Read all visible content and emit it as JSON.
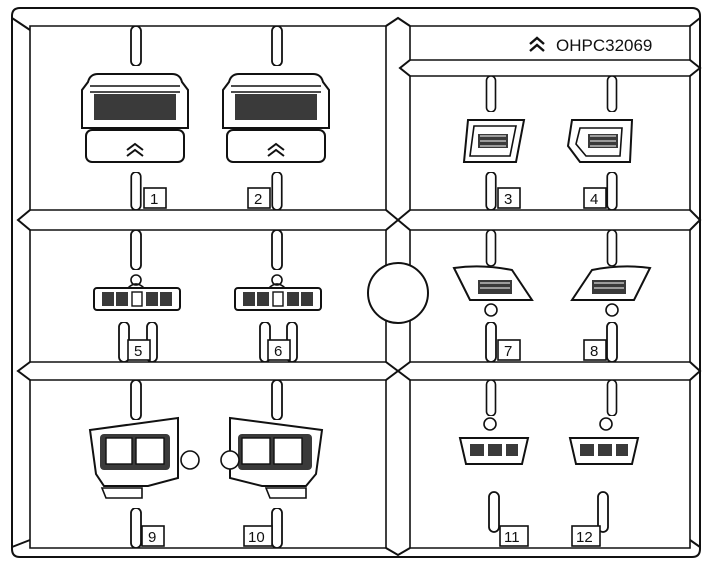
{
  "header": {
    "code": "OHPC32069",
    "logo_icon": "hyundai-style-chevron-logo-icon"
  },
  "parts": [
    {
      "id": "1",
      "label": "1",
      "type": "bumper-insert"
    },
    {
      "id": "2",
      "label": "2",
      "type": "bumper-insert"
    },
    {
      "id": "3",
      "label": "3",
      "type": "vent-grille"
    },
    {
      "id": "4",
      "label": "4",
      "type": "vent-grille"
    },
    {
      "id": "5",
      "label": "5",
      "type": "light-bar"
    },
    {
      "id": "6",
      "label": "6",
      "type": "light-bar"
    },
    {
      "id": "7",
      "label": "7",
      "type": "fog-lamp-housing"
    },
    {
      "id": "8",
      "label": "8",
      "type": "fog-lamp-housing"
    },
    {
      "id": "9",
      "label": "9",
      "type": "headlight-cluster"
    },
    {
      "id": "10",
      "label": "10",
      "type": "headlight-cluster"
    },
    {
      "id": "11",
      "label": "11",
      "type": "small-light-bar"
    },
    {
      "id": "12",
      "label": "12",
      "type": "small-light-bar"
    }
  ],
  "colors": {
    "line": "#111111",
    "fill": "#ffffff",
    "shade": "#3a3a3a"
  }
}
